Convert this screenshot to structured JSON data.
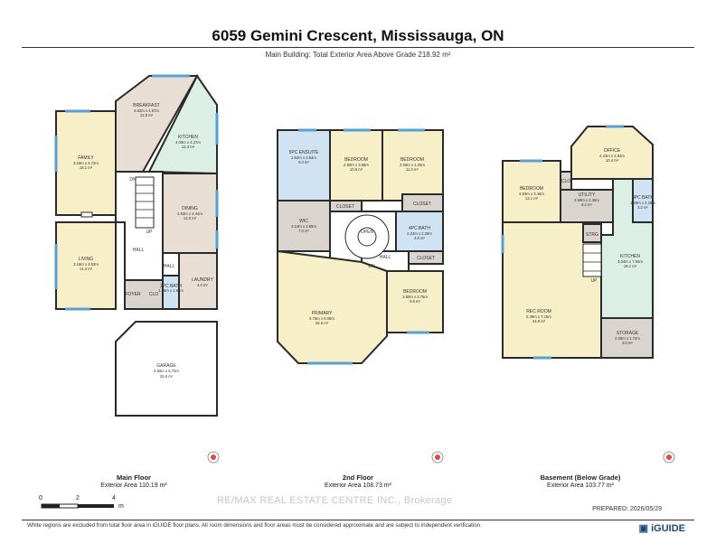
{
  "header": {
    "title": "6059 Gemini Crescent, Mississauga, ON",
    "subtitle": "Main Building: Total Exterior Area Above Grade 218.92 m²"
  },
  "floors": [
    {
      "label": "Main Floor",
      "area": "Exterior Area 110.19 m²"
    },
    {
      "label": "2nd Floor",
      "area": "Exterior Area 108.73 m²"
    },
    {
      "label": "Basement (Below Grade)",
      "area": "Exterior Area 103.77 m²"
    }
  ],
  "rooms": {
    "breakfast": {
      "name": "BREAKFAST",
      "dim": "4.62m x 4.67m",
      "area": "12.8 m²"
    },
    "kitchen_main": {
      "name": "KITCHEN",
      "dim": "4.09m x 4.27m",
      "area": "12.3 m²"
    },
    "family": {
      "name": "FAMILY",
      "dim": "3.18m x 5.72m",
      "area": "18.1 m²"
    },
    "dining": {
      "name": "DINING",
      "dim": "2.93m x 4.44m",
      "area": "13.0 m²"
    },
    "living": {
      "name": "LIVING",
      "dim": "3.16m x 4.53m",
      "area": "14.4 m²"
    },
    "laundry": {
      "name": "LAUNDRY",
      "area": "4.0 m²"
    },
    "bath2pc": {
      "name": "2PC BATH",
      "dim": "1.56m x 1.52m"
    },
    "garage": {
      "name": "GARAGE",
      "dim": "4.65m x 5.72m",
      "area": "26.6 m²"
    },
    "hall_main": "HALL",
    "hall_small": "HALL",
    "foyer": "FOYER",
    "clo_main": "CLO",
    "up_main": "UP",
    "dn_main": "DN",
    "ensuite": {
      "name": "5PC ENSUITE",
      "dim": "2.62m x 3.54m",
      "area": "9.3 m²"
    },
    "bedroom2a": {
      "name": "BEDROOM",
      "dim": "2.80m x 3.89m",
      "area": "10.8 m²"
    },
    "bedroom2b": {
      "name": "BEDROOM",
      "dim": "3.06m x 4.25m",
      "area": "11.0 m²"
    },
    "wic": {
      "name": "WIC",
      "dim": "3.14m x 3.65m",
      "area": "7.0 m²"
    },
    "closet_a": "CLOSET",
    "closet_b": "CLOSET",
    "closet_c": "CLOSET",
    "open": "OPEN",
    "bath4pc": {
      "name": "4PC BATH",
      "dim": "2.34m x 2.25m",
      "area": "4.6 m²"
    },
    "hall2": "HALL",
    "dn2": "DN",
    "primary": {
      "name": "PRIMARY",
      "dim": "5.76m x 6.08m",
      "area": "28.6 m²"
    },
    "bedroom2c": {
      "name": "BEDROOM",
      "dim": "2.80m x 3.75m",
      "area": "9.8 m²"
    },
    "office": {
      "name": "OFFICE",
      "dim": "4.43m x 2.63m",
      "area": "10.4 m²"
    },
    "bedroom_b": {
      "name": "BEDROOM",
      "dim": "3.93m x 3.46m",
      "area": "13.1 m²"
    },
    "clo_b": "CLO",
    "utility": {
      "name": "UTILITY",
      "dim": "2.69m x 2.38m",
      "area": "6.2 m²"
    },
    "bath3pc": {
      "name": "3PC BATH",
      "dim": "1.29m x 2.26m",
      "area": "3.2 m²"
    },
    "strg": "STRG",
    "kitchen_b": {
      "name": "KITCHEN",
      "dim": "3.04m x 7.50m",
      "area": "18.1 m²"
    },
    "up_b": "UP",
    "rec": {
      "name": "REC ROOM",
      "dim": "5.39m x 7.15m",
      "area": "34.9 m²"
    },
    "storage": {
      "name": "STORAGE",
      "dim": "2.08m x 1.72m",
      "area": "3.0 m²"
    }
  },
  "scale": {
    "ticks": [
      "0",
      "2",
      "4"
    ],
    "unit": "m"
  },
  "prepared": "PREPARED: 2026/05/29",
  "watermark": "RE/MAX REAL ESTATE CENTRE INC., Brokerage",
  "footer": "White regions are excluded from total floor area in iGUIDE floor plans. All room dimensions and floor areas must be considered approximate and are subject to independent verification.",
  "logo": "iGUIDE",
  "colors": {
    "yellow": "#f7efc7",
    "green": "#dcefe4",
    "tan": "#e9ded3",
    "grey": "#d9d4cd",
    "blue": "#cfe3f3",
    "wall": "#2a2a2a",
    "window": "#5a9fd4"
  }
}
